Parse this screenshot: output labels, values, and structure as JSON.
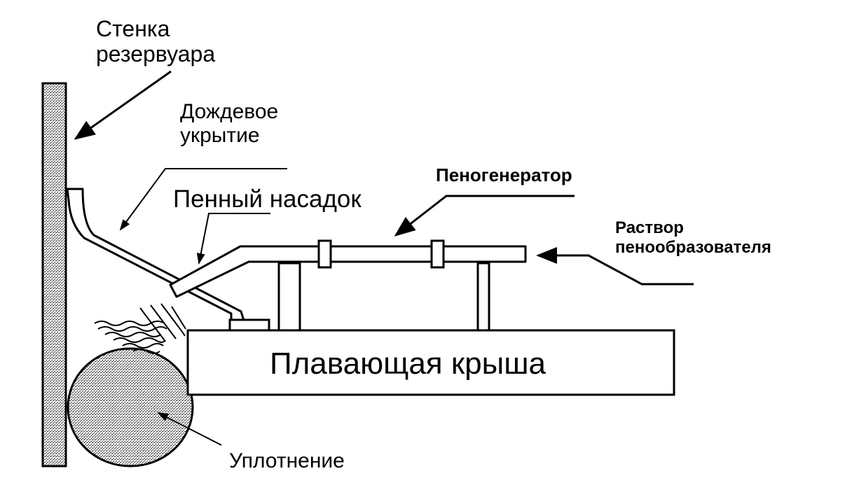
{
  "labels": {
    "tank_wall": [
      "Стенка",
      "резервуара"
    ],
    "rain_cover": [
      "Дождевое",
      "укрытие"
    ],
    "foam_nozzle": "Пенный насадок",
    "foam_generator": "Пеногенератор",
    "foam_solution": [
      "Раствор",
      "пенообразователя"
    ],
    "floating_roof": "Плавающая крыша",
    "seal": "Уплотнение"
  },
  "colors": {
    "line": "#000000",
    "background": "#ffffff",
    "fill": "#ffffff"
  }
}
